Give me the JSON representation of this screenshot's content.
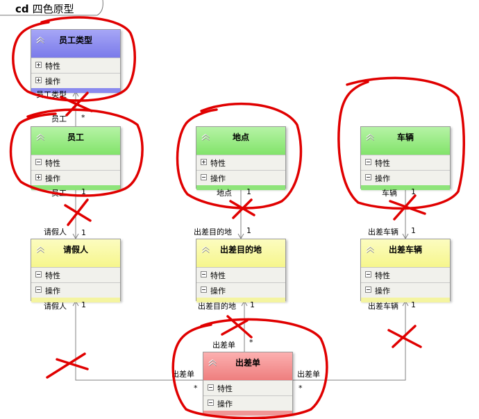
{
  "diagram": {
    "kind": "cd",
    "name": "四色原型"
  },
  "classes": [
    {
      "id": "employee-type",
      "title": "员工类型",
      "color": "blue",
      "compartments": [
        {
          "label": "特性",
          "expanded": false
        },
        {
          "label": "操作",
          "expanded": false
        }
      ]
    },
    {
      "id": "employee",
      "title": "员工",
      "color": "green",
      "compartments": [
        {
          "label": "特性",
          "expanded": true
        },
        {
          "label": "操作",
          "expanded": false
        }
      ]
    },
    {
      "id": "location",
      "title": "地点",
      "color": "green",
      "compartments": [
        {
          "label": "特性",
          "expanded": false
        },
        {
          "label": "操作",
          "expanded": true
        }
      ]
    },
    {
      "id": "vehicle",
      "title": "车辆",
      "color": "green",
      "compartments": [
        {
          "label": "特性",
          "expanded": true
        },
        {
          "label": "操作",
          "expanded": true
        }
      ]
    },
    {
      "id": "leave-applicant",
      "title": "请假人",
      "color": "yellow",
      "compartments": [
        {
          "label": "特性",
          "expanded": true
        },
        {
          "label": "操作",
          "expanded": true
        }
      ]
    },
    {
      "id": "destination",
      "title": "出差目的地",
      "color": "yellow",
      "compartments": [
        {
          "label": "特性",
          "expanded": true
        },
        {
          "label": "操作",
          "expanded": true
        }
      ]
    },
    {
      "id": "trip-vehicle",
      "title": "出差车辆",
      "color": "yellow",
      "compartments": [
        {
          "label": "特性",
          "expanded": true
        },
        {
          "label": "操作",
          "expanded": true
        }
      ]
    },
    {
      "id": "trip-order",
      "title": "出差单",
      "color": "red",
      "compartments": [
        {
          "label": "特性",
          "expanded": true
        },
        {
          "label": "操作",
          "expanded": true
        }
      ]
    }
  ],
  "associations": [
    {
      "from": "employee",
      "to": "employee-type",
      "source_role": "员工",
      "source_mult": "*",
      "target_role": "员工类型",
      "target_mult": ""
    },
    {
      "from": "employee",
      "to": "leave-applicant",
      "source_role": "员工",
      "source_mult": "1",
      "target_role": "请假人",
      "target_mult": "1"
    },
    {
      "from": "location",
      "to": "destination",
      "source_role": "地点",
      "source_mult": "1",
      "target_role": "出差目的地",
      "target_mult": "1"
    },
    {
      "from": "vehicle",
      "to": "trip-vehicle",
      "source_role": "车辆",
      "source_mult": "1",
      "target_role": "出差车辆",
      "target_mult": "1"
    },
    {
      "from": "trip-order",
      "to": "destination",
      "source_role": "出差单",
      "source_mult": "*",
      "target_role": "出差目的地",
      "target_mult": "1"
    },
    {
      "from": "trip-order",
      "to": "leave-applicant",
      "source_role": "出差单",
      "source_mult": "*",
      "target_role": "请假人",
      "target_mult": "1"
    },
    {
      "from": "trip-order",
      "to": "trip-vehicle",
      "source_role": "出差单",
      "source_mult": "*",
      "target_role": "出差车辆",
      "target_mult": "1"
    }
  ],
  "colors": {
    "blue": "#8a8aee",
    "green": "#82e36a",
    "yellow": "#f6f68c",
    "red": "#ee7e7e",
    "ink": "#e00000"
  }
}
